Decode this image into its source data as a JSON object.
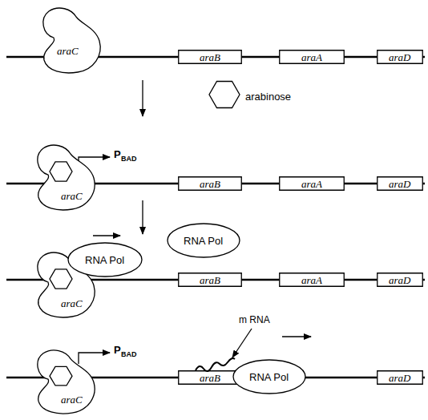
{
  "diagram": {
    "nodes": [
      {
        "text": [
          "araC"
        ]
      },
      {
        "text": [
          "araB"
        ]
      },
      {
        "text": [
          "araA"
        ]
      },
      {
        "text": [
          "araD"
        ]
      },
      {
        "text": [
          "arabinose"
        ]
      },
      {
        "text": [
          "araC"
        ]
      },
      {
        "text": [
          "araB"
        ]
      },
      {
        "text": [
          "araA"
        ]
      },
      {
        "text": [
          "araD"
        ]
      },
      {
        "text": [
          "RNA Pol"
        ]
      },
      {
        "text": [
          "araC"
        ]
      },
      {
        "text": [
          "RNA Pol"
        ]
      },
      {
        "text": [
          "araB"
        ]
      },
      {
        "text": [
          "araA"
        ]
      },
      {
        "text": [
          "araD"
        ]
      },
      {
        "text": [
          "araC"
        ]
      },
      {
        "text": [
          "araB"
        ]
      },
      {
        "text": [
          "RNA Pol"
        ]
      },
      {
        "text": [
          "araD"
        ]
      }
    ],
    "labels": [
      "P",
      "BAD",
      "m RNA",
      "P",
      "BAD"
    ]
  }
}
